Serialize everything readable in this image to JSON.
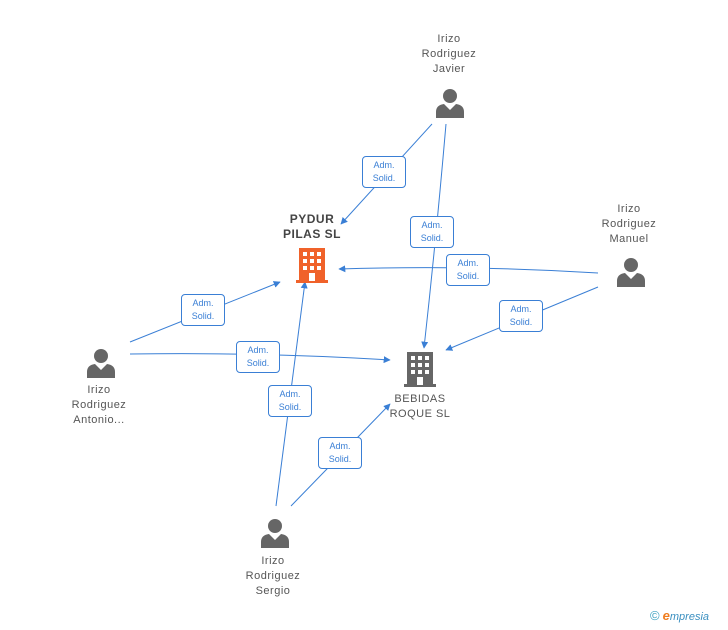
{
  "nodes": {
    "pydur": {
      "lines": [
        "PYDUR",
        "PILAS SL"
      ],
      "icon": "building-icon",
      "color": "#f0622a"
    },
    "bebidas": {
      "lines": [
        "BEBIDAS",
        "ROQUE SL"
      ],
      "icon": "building-icon",
      "color": "#666666"
    },
    "javier": {
      "lines": [
        "Irizo",
        "Rodriguez",
        "Javier"
      ],
      "icon": "person-icon",
      "color": "#666666"
    },
    "manuel": {
      "lines": [
        "Irizo",
        "Rodriguez",
        "Manuel"
      ],
      "icon": "person-icon",
      "color": "#666666"
    },
    "antonio": {
      "lines": [
        "Irizo",
        "Rodriguez",
        "Antonio..."
      ],
      "icon": "person-icon",
      "color": "#666666"
    },
    "sergio": {
      "lines": [
        "Irizo",
        "Rodriguez",
        "Sergio"
      ],
      "icon": "person-icon",
      "color": "#666666"
    }
  },
  "edge_label": [
    "Adm.",
    "Solid."
  ],
  "edge_color": "#3a7fd5",
  "brand": {
    "copyright": "©",
    "initial": "e",
    "rest": "mpresia"
  }
}
